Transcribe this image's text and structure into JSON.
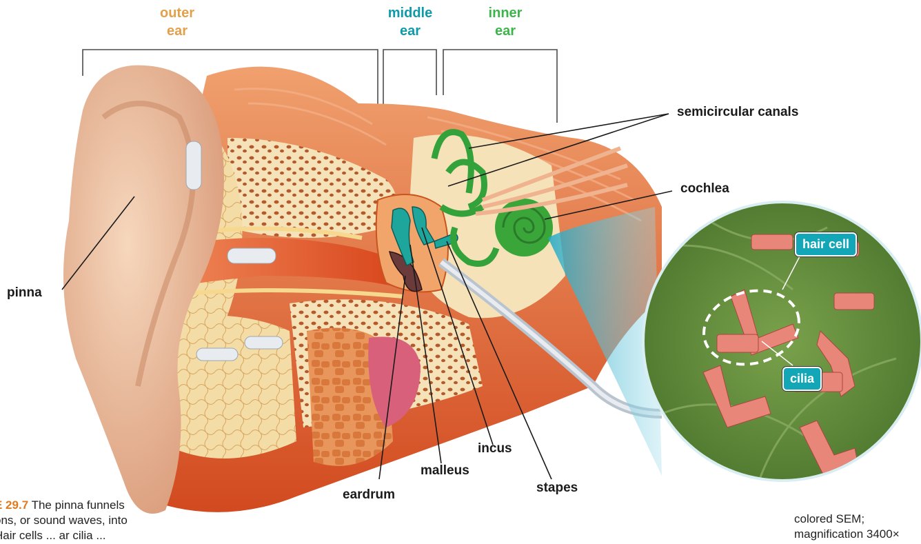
{
  "headers": {
    "outer": {
      "line1": "outer",
      "line2": "ear",
      "color": "#e2a04a"
    },
    "middle": {
      "line1": "middle",
      "line2": "ear",
      "color": "#0e9aa8"
    },
    "inner": {
      "line1": "inner",
      "line2": "ear",
      "color": "#3bb54a"
    }
  },
  "labels": {
    "semicircular_canals": "semicircular canals",
    "cochlea": "cochlea",
    "pinna": "pinna",
    "eardrum": "eardrum",
    "malleus": "malleus",
    "incus": "incus",
    "stapes": "stapes"
  },
  "inset": {
    "hair_cell": "hair cell",
    "cilia": "cilia",
    "sem_line1": "colored SEM;",
    "sem_line2": "magnification 3400×"
  },
  "caption": {
    "figure": "E 29.7",
    "line1": "The pinna funnels",
    "line2": "ons, or sound waves, into",
    "line3": "  Hair cells ... ar cilia ..."
  },
  "colors": {
    "muscle": "#e2622e",
    "bone": "#f3d9a0",
    "skin": "#f2c8a8",
    "ossicle": "#1aa7a0",
    "cochlea": "#3aaa3a",
    "sem_bg": "#5f8a3a",
    "cilia": "#e8867a"
  }
}
